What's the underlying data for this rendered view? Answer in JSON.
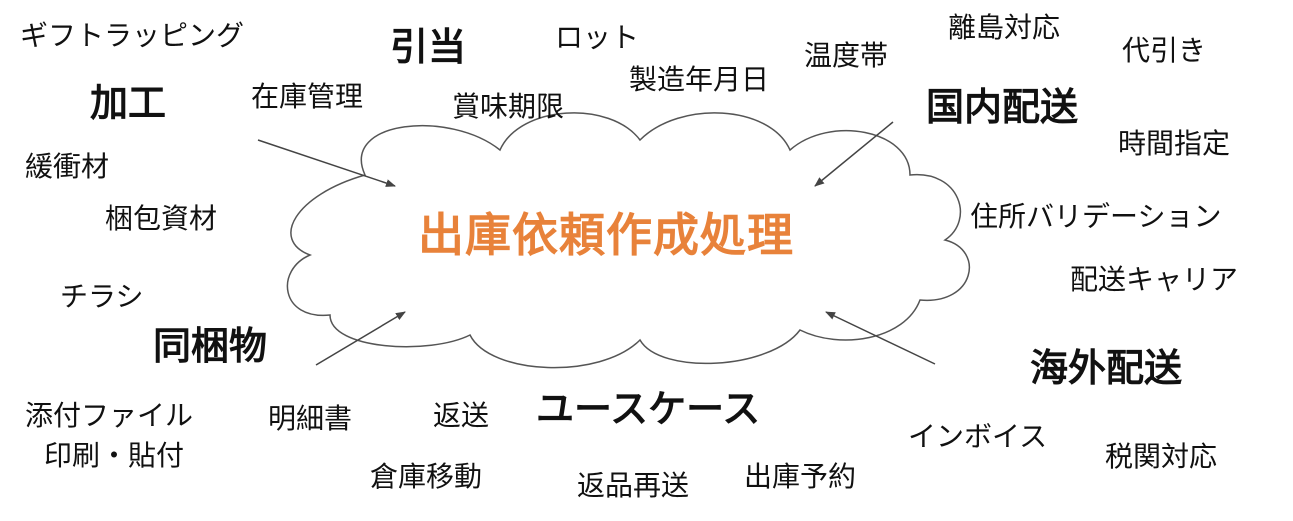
{
  "center": {
    "label": "出庫依頼作成処理",
    "color": "#E8823A"
  },
  "categories": {
    "processing": "加工",
    "allocation": "引当",
    "domestic": "国内配送",
    "bundle": "同梱物",
    "usecase": "ユースケース",
    "overseas": "海外配送"
  },
  "keywords": {
    "gift_wrapping": "ギフトラッピング",
    "lot": "ロット",
    "manufacture_date": "製造年月日",
    "temperature": "温度帯",
    "remote_island": "離島対応",
    "cod": "代引き",
    "inventory": "在庫管理",
    "expiry": "賞味期限",
    "time_slot": "時間指定",
    "cushioning": "緩衝材",
    "packing_material": "梱包資材",
    "address_validation": "住所バリデーション",
    "carrier": "配送キャリア",
    "flyer": "チラシ",
    "attach_print": "添付ファイル",
    "print_paste": "印刷・貼付",
    "statement": "明細書",
    "return": "返送",
    "warehouse_move": "倉庫移動",
    "return_resend": "返品再送",
    "reservation": "出庫予約",
    "invoice": "インボイス",
    "customs": "税関対応"
  },
  "colors": {
    "text": "#111111",
    "cloud_stroke": "#555555",
    "arrow": "#444444"
  }
}
